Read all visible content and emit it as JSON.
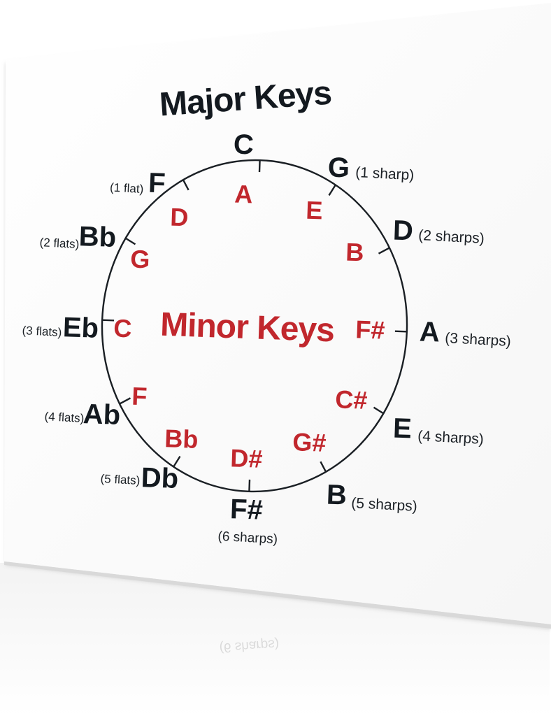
{
  "title": "Major Keys",
  "center_label": "Minor Keys",
  "colors": {
    "major": "#13191f",
    "minor": "#c1272d",
    "ring": "#1a1f24"
  },
  "keys": [
    {
      "major": "C",
      "signature": "",
      "minor": "A"
    },
    {
      "major": "G",
      "signature": "(1 sharp)",
      "minor": "E"
    },
    {
      "major": "D",
      "signature": "(2 sharps)",
      "minor": "B"
    },
    {
      "major": "A",
      "signature": "(3 sharps)",
      "minor": "F#"
    },
    {
      "major": "E",
      "signature": "(4 sharps)",
      "minor": "C#"
    },
    {
      "major": "B",
      "signature": "(5 sharps)",
      "minor": "G#"
    },
    {
      "major": "F#",
      "signature": "(6 sharps)",
      "minor": "D#"
    },
    {
      "major": "Db",
      "signature": "(5 flats)",
      "minor": "Bb"
    },
    {
      "major": "Ab",
      "signature": "(4 flats)",
      "minor": "F"
    },
    {
      "major": "Eb",
      "signature": "(3 flats)",
      "minor": "C"
    },
    {
      "major": "Bb",
      "signature": "(2 flats)",
      "minor": "G"
    },
    {
      "major": "F",
      "signature": "(1 flat)",
      "minor": "D"
    }
  ],
  "reflection_text": "(6 sharps)"
}
